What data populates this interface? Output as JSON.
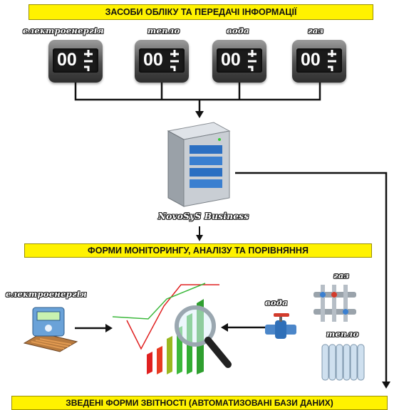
{
  "top_banner": "ЗАСОБИ ОБЛІКУ ТА ПЕРЕДАЧІ ІНФОРМАЦІЇ",
  "meters": [
    {
      "label": "електроенергія",
      "digits": "00"
    },
    {
      "label": "тепло",
      "digits": "00"
    },
    {
      "label": "вода",
      "digits": "00"
    },
    {
      "label": "газ",
      "digits": "00"
    }
  ],
  "server_label": "NovoSyS Business",
  "middle_banner": "ФОРМИ МОНІТОРИНГУ, АНАЛІЗУ ТА ПОРІВНЯННЯ",
  "left_device_label": "електроенергія",
  "water_label": "вода",
  "gas_label": "газ",
  "heat_label": "тепло",
  "bottom_banner": "ЗВЕДЕНІ ФОРМИ ЗВІТНОСТІ (АВТОМАТИЗОВАНІ БАЗИ ДАНИХ)",
  "colors": {
    "banner": "#fff200",
    "arrow": "#111111",
    "chart_red": "#e02020",
    "chart_green": "#3cb83c"
  }
}
